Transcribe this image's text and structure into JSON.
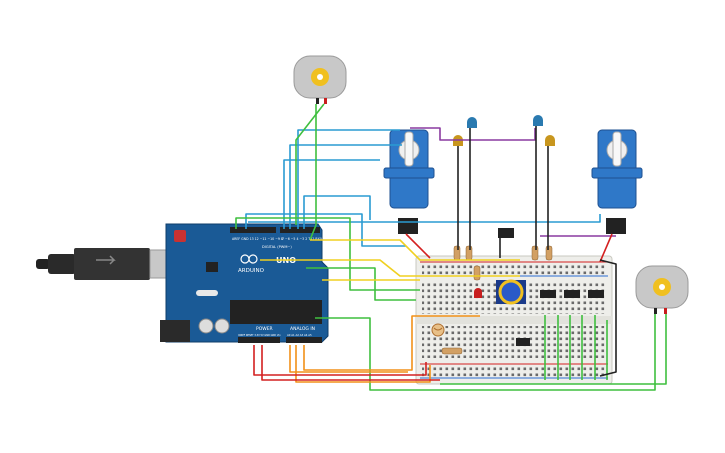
{
  "arduino": {
    "brand": "ARDUINO",
    "model": "UNO",
    "header_left": "AREF GND 13 12 ~11 ~10 ~9 8",
    "digital_label": "DIGITAL (PWM~)",
    "header_right": "7 ~6 ~5 4 ~3 2 TX1 RX0",
    "power_label": "POWER",
    "analog_label": "ANALOG IN",
    "power_pins": "IOREF RESET 3.3V 5V GND GND Vin",
    "analog_pins": "A0 A1 A2 A3 A4 A5"
  },
  "colors": {
    "board": "#1a5a96",
    "wire_blue": "#2a9bd2",
    "wire_green": "#3fbf3f",
    "wire_yellow": "#f0d020",
    "wire_orange": "#f29118",
    "wire_red": "#d42020",
    "wire_black": "#222222",
    "wire_purple": "#8a3aa0",
    "servo": "#2f78c8",
    "breadboard": "#eeeeea"
  }
}
